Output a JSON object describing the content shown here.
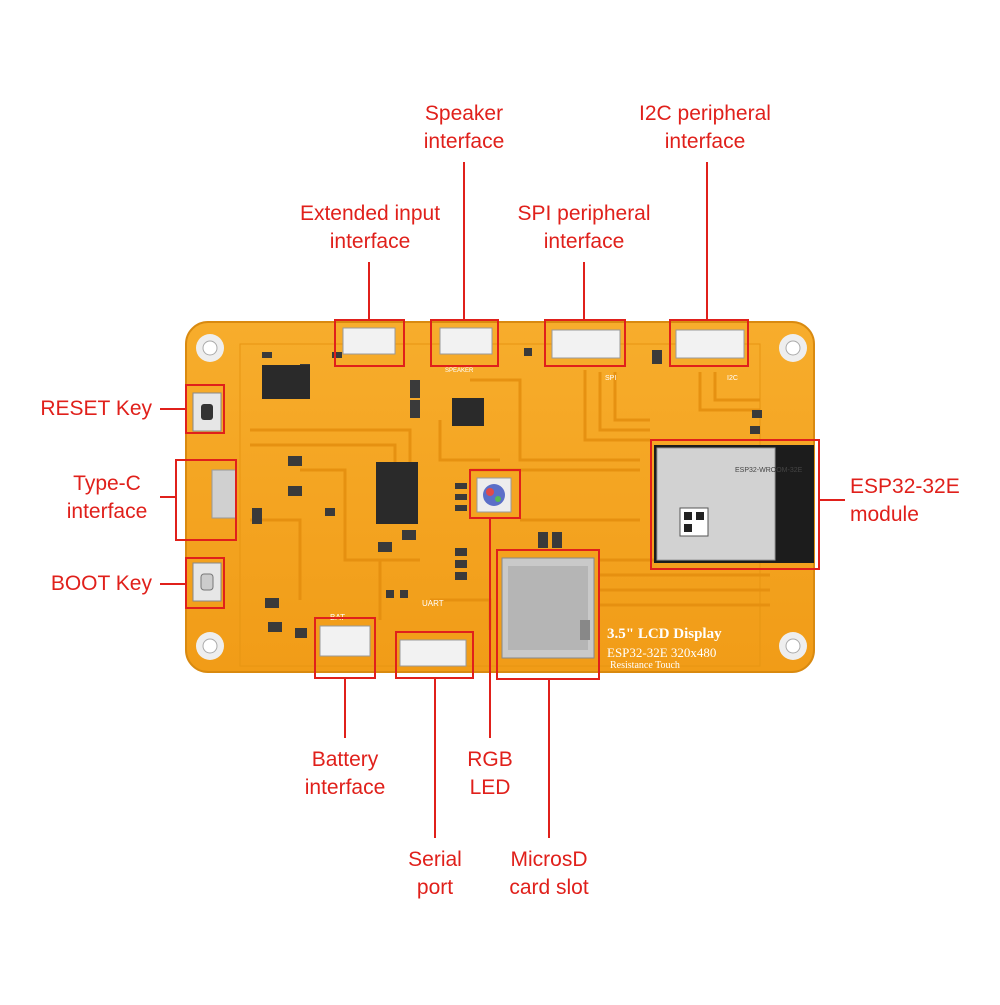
{
  "accent_color": "#e0201b",
  "board_color": "#f5a623",
  "labels": {
    "speaker": [
      "Speaker",
      "interface"
    ],
    "i2c": [
      "I2C peripheral",
      "interface"
    ],
    "extended_input": [
      "Extended input",
      "interface"
    ],
    "spi": [
      "SPI peripheral",
      "interface"
    ],
    "reset": [
      "RESET Key"
    ],
    "type_c": [
      "Type-C",
      "interface"
    ],
    "boot": [
      "BOOT Key"
    ],
    "esp32": [
      "ESP32-32E",
      "module"
    ],
    "battery": [
      "Battery",
      "interface"
    ],
    "rgb": [
      "RGB",
      "LED"
    ],
    "serial": [
      "Serial",
      "port"
    ],
    "microsd": [
      "MicrosD",
      "card slot"
    ]
  },
  "silkscreen": {
    "title": "3.5\" LCD Display",
    "model": "ESP32-32E  320x480",
    "touch": "Resistance Touch",
    "module_name": "ESP32-WROOM-32E",
    "bat": "BAT",
    "uart": "UART",
    "i2c": "I2C",
    "spi": "SPI",
    "speaker": "SPEAKER"
  }
}
